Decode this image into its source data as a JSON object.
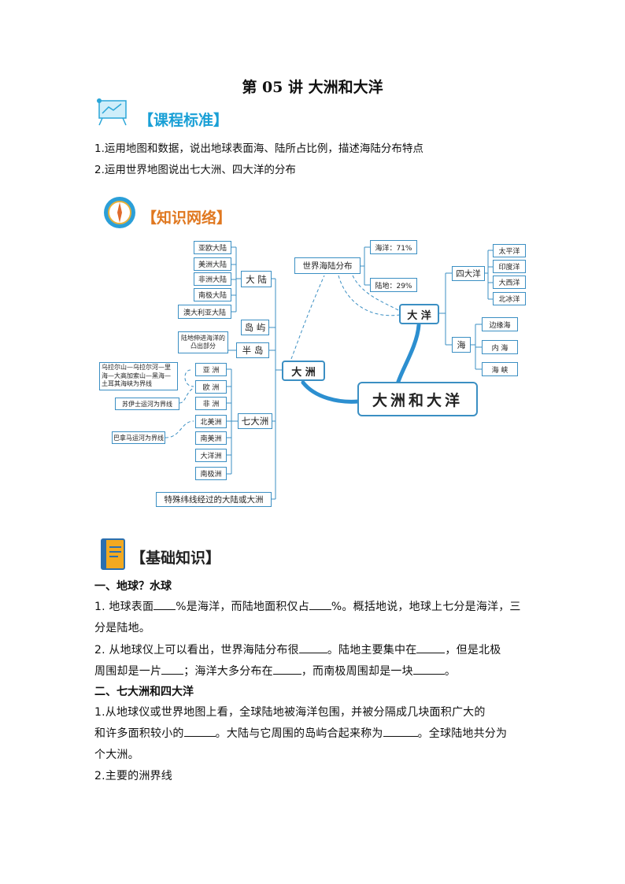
{
  "title": "第 05 讲  大洲和大洋",
  "sections": {
    "standard": {
      "heading": "【课程标准】",
      "items": [
        "1.运用地图和数据，说出地球表面海、陆所占比例，描述海陆分布特点",
        "2.运用世界地图说出七大洲、四大洋的分布"
      ]
    },
    "network": {
      "heading": "【知识网络】"
    },
    "basics": {
      "heading": "【基础知识】"
    }
  },
  "mindmap": {
    "center": "大洲和大洋",
    "continents": "大 洲",
    "oceans": "大 洋",
    "world_dist": "世界海陆分布",
    "sea_pct": "海洋：71%",
    "land_pct": "陆地：29%",
    "four_oceans": "四大洋",
    "ocean_list": [
      "太平洋",
      "印度洋",
      "大西洋",
      "北冰洋"
    ],
    "sea": "海",
    "sea_list": [
      "边缘海",
      "内  海",
      "海  峡"
    ],
    "dalu": "大 陆",
    "dalu_list": [
      "亚欧大陆",
      "美洲大陆",
      "非洲大陆",
      "南极大陆",
      "澳大利亚大陆"
    ],
    "island": "岛 屿",
    "peninsula": "半 岛",
    "peninsula_note": "陆地伸进海洋的凸出部分",
    "seven": "七大洲",
    "seven_list": [
      "亚  洲",
      "欧  洲",
      "非  洲",
      "北美洲",
      "南美洲",
      "大洋洲",
      "南极洲"
    ],
    "asia_europe_note": "乌拉尔山—乌拉尔河—里海—大高加索山—黑海—土耳其海峡为界线",
    "suez_note": "苏伊士运河为界线",
    "panama_note": "巴拿马运河为界线",
    "special_line": "特殊纬线经过的大陆或大洲"
  },
  "content": {
    "part1_title": "一、地球？水球",
    "p1_a": "1.  地球表面",
    "p1_b": "%是海洋，而陆地面积仅占",
    "p1_c": "%。概括地说，地球上七分是海洋，三",
    "p1_d": "分是陆地。",
    "p2_a": "2.  从地球仪上可以看出，世界海陆分布很",
    "p2_b": "。陆地主要集中在",
    "p2_c": "，但是北极",
    "p2_d": "周围却是一片",
    "p2_e": "；海洋大多分布在",
    "p2_f": "，而南极周围却是一块",
    "p2_g": "。",
    "part2_title": "二、七大洲和四大洋",
    "p3_a": "1.从地球仪或世界地图上看，全球陆地被海洋包围，并被分隔成几块面积广大的",
    "p3_b": "和许多面积较小的",
    "p3_c": "。大陆与它周围的岛屿合起来称为",
    "p3_d": "。全球陆地共分为",
    "p3_e": "个大洲。",
    "p4": "2.主要的洲界线"
  }
}
